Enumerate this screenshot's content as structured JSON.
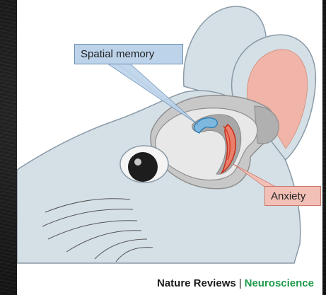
{
  "labels": {
    "spatial_memory": "Spatial memory",
    "anxiety": "Anxiety"
  },
  "credit": {
    "journal": "Nature Reviews",
    "separator": "|",
    "field": "Neuroscience"
  },
  "colors": {
    "head_fill": "#d5dfe6",
    "head_outline": "#8a9aa6",
    "ear_inner": "#f0b5a8",
    "brain_fill": "#e8e8e8",
    "brain_outline": "#8f8f8f",
    "hippocampus_fill": "#a7a7a7",
    "spatial_highlight": "#4b9fd2",
    "anxiety_highlight": "#d9412d",
    "label_blue": "#bcd3ea",
    "label_red": "#f2c0b6",
    "neuroscience_green": "#1f9a4a"
  }
}
